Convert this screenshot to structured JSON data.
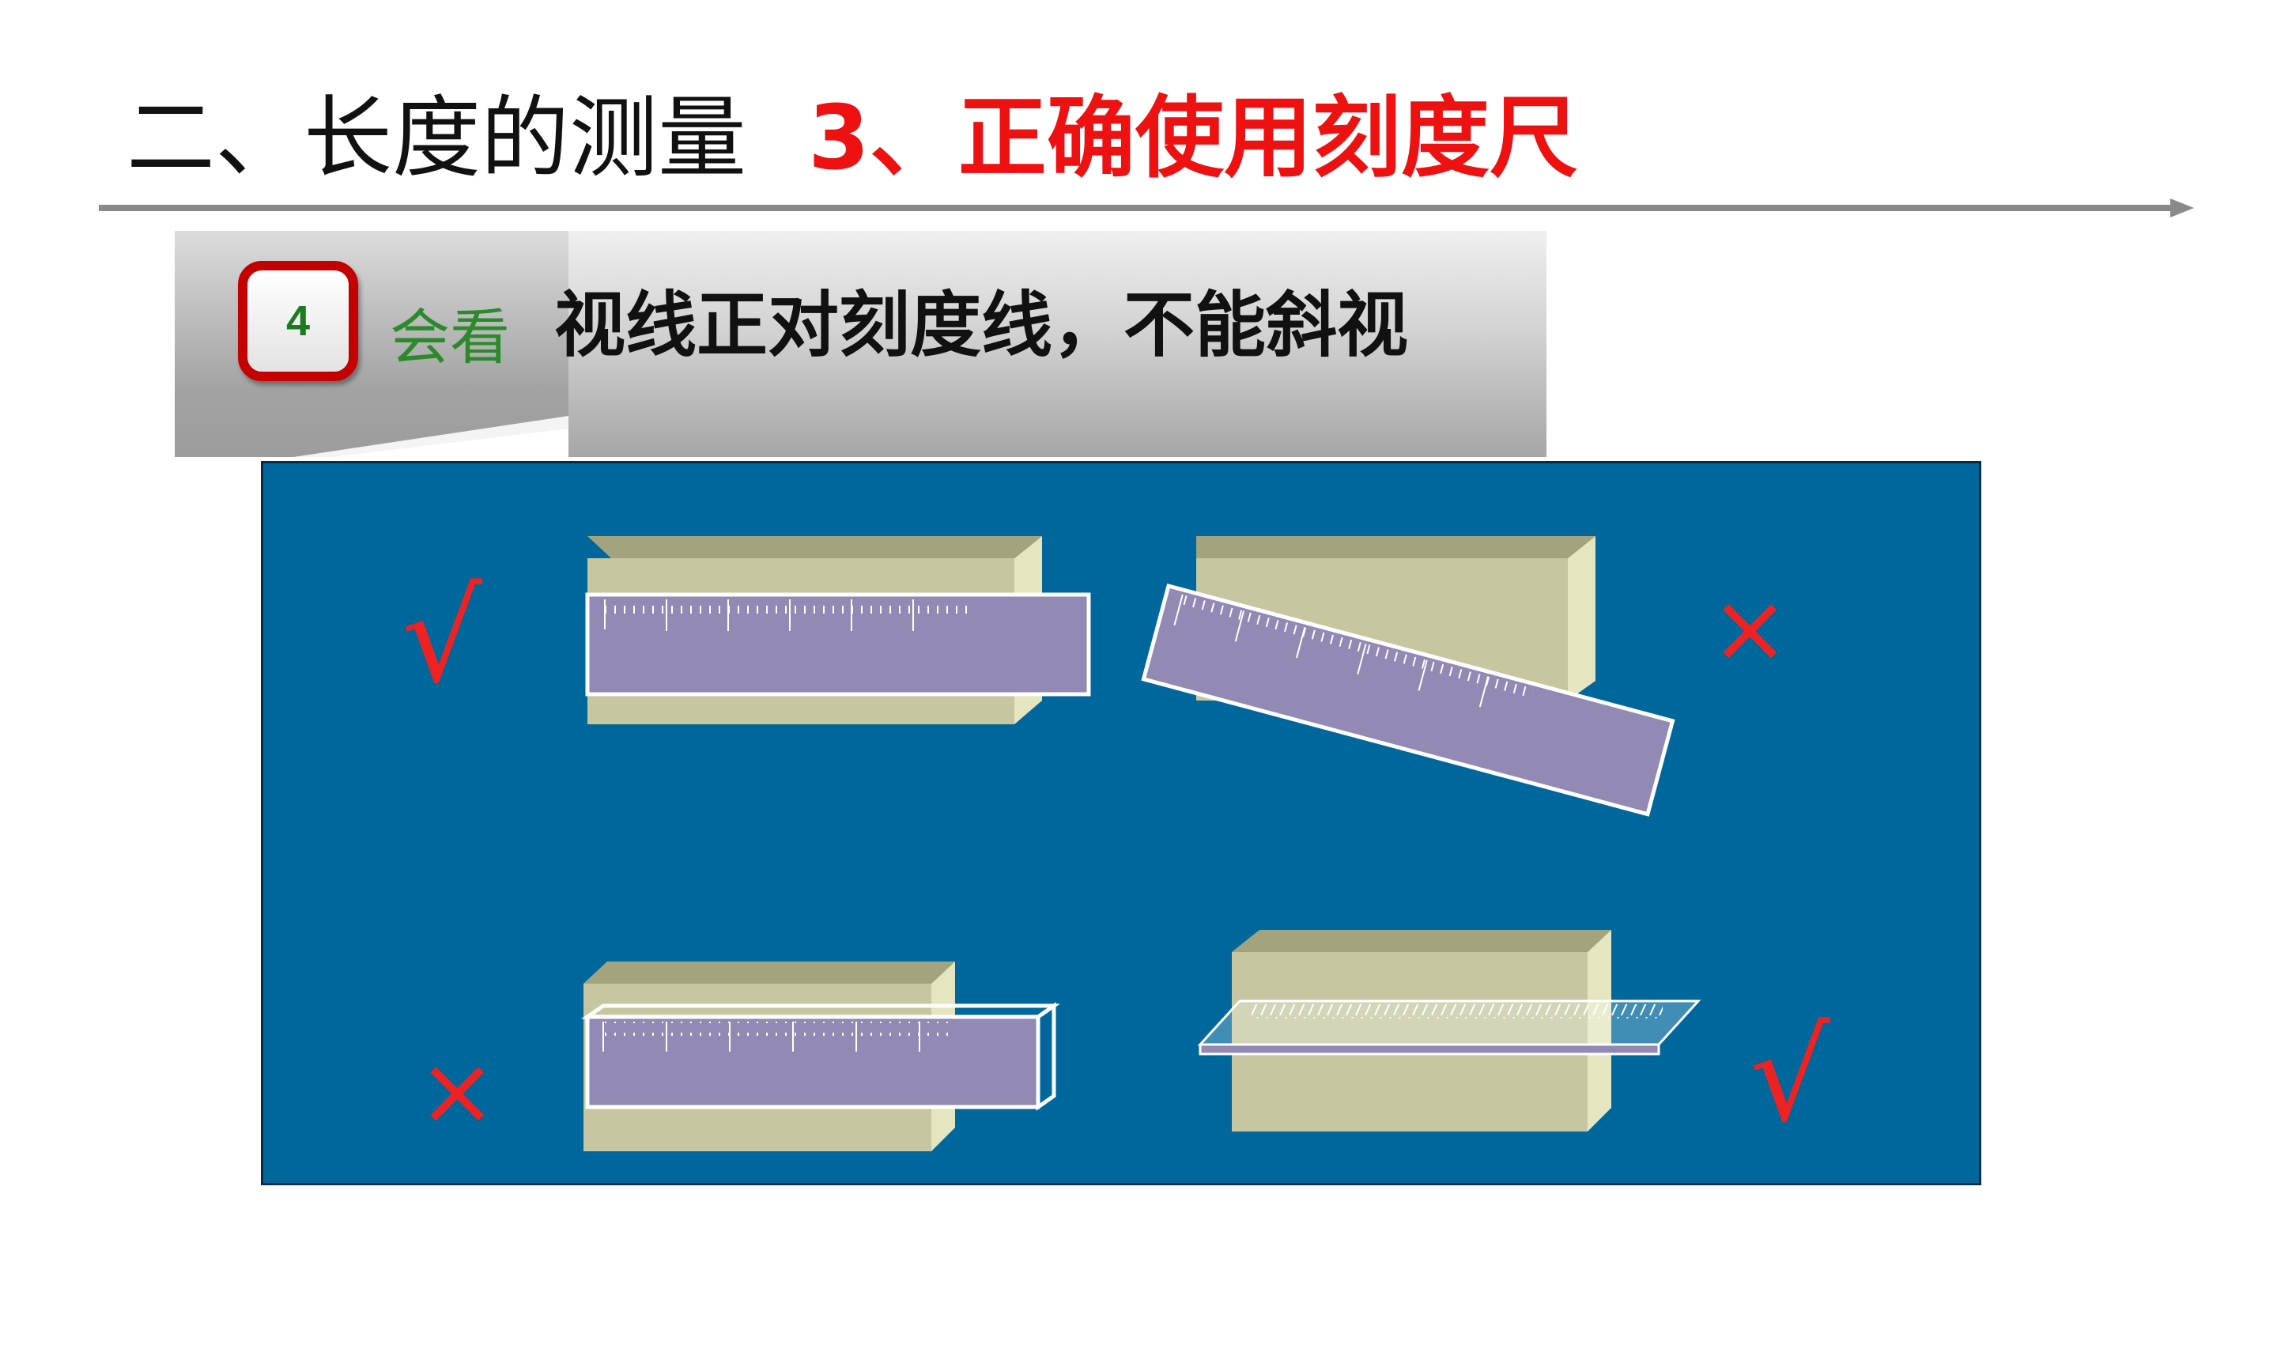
{
  "heading": {
    "section": "二、长度的测量",
    "topic": "3、正确使用刻度尺"
  },
  "banner": {
    "step_number": "4",
    "label": "会看",
    "instruction": "视线正对刻度线，不能斜视"
  },
  "illustration": {
    "marks": {
      "correct": "√",
      "wrong": "×"
    },
    "colors": {
      "panel_bg": "#00679c",
      "block_face": "#c6c6a0",
      "block_top": "#a3a37e",
      "block_side": "#e5e5bf",
      "ruler_fill": "#9389b5",
      "mark_color": "#ee2222"
    }
  }
}
